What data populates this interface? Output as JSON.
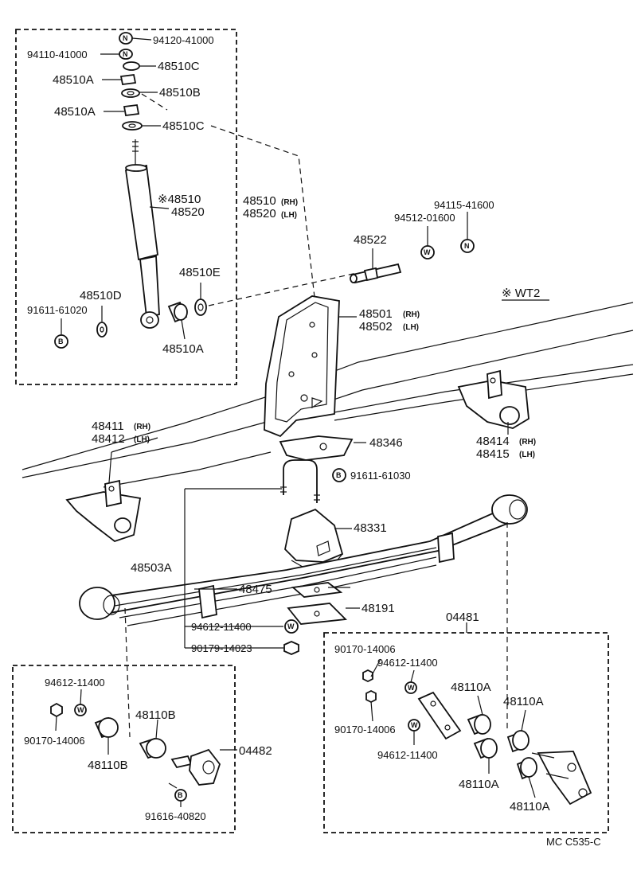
{
  "labels": {
    "p94120_41000": "94120-41000",
    "p94110_41000": "94110-41000",
    "p48510C_1": "48510C",
    "p48510A_1": "48510A",
    "p48510B": "48510B",
    "p48510A_2": "48510A",
    "p48510C_2": "48510C",
    "p48510_mark": "※48510",
    "p48520": "48520",
    "p48510E": "48510E",
    "p48510D": "48510D",
    "p91611_61020": "91611-61020",
    "p48510A_3": "48510A",
    "p48510_rh": "48510",
    "p48520_lh": "48520",
    "p48522": "48522",
    "p94115_41600": "94115-41600",
    "p94512_01600": "94512-01600",
    "wt2": "※ WT2",
    "p48501": "48501",
    "p48502": "48502",
    "p48411": "48411",
    "p48412": "48412",
    "p48346": "48346",
    "p48414": "48414",
    "p48415": "48415",
    "p91611_61030": "91611-61030",
    "p48331": "48331",
    "p48503A": "48503A",
    "p48475": "48475",
    "p48191": "48191",
    "p04481": "04481",
    "p94612_11400_a": "94612-11400",
    "p90179_14023": "90179-14023",
    "p90170_14006_a": "90170-14006",
    "p94612_11400_b": "94612-11400",
    "p48110A_1": "48110A",
    "p48110A_2": "48110A",
    "p90170_14006_b": "90170-14006",
    "p94612_11400_c": "94612-11400",
    "p48110A_3": "48110A",
    "p48110A_4": "48110A",
    "p94612_11400_d": "94612-11400",
    "p48110B_1": "48110B",
    "p90170_14006_c": "90170-14006",
    "p48110B_2": "48110B",
    "p04482": "04482",
    "p91616_40820": "91616-40820",
    "footer": "MC C535-C"
  },
  "suffixes": {
    "rh": "(RH)",
    "lh": "(LH)"
  },
  "symbols": {
    "nut": "N",
    "washer": "W",
    "bolt": "B"
  }
}
